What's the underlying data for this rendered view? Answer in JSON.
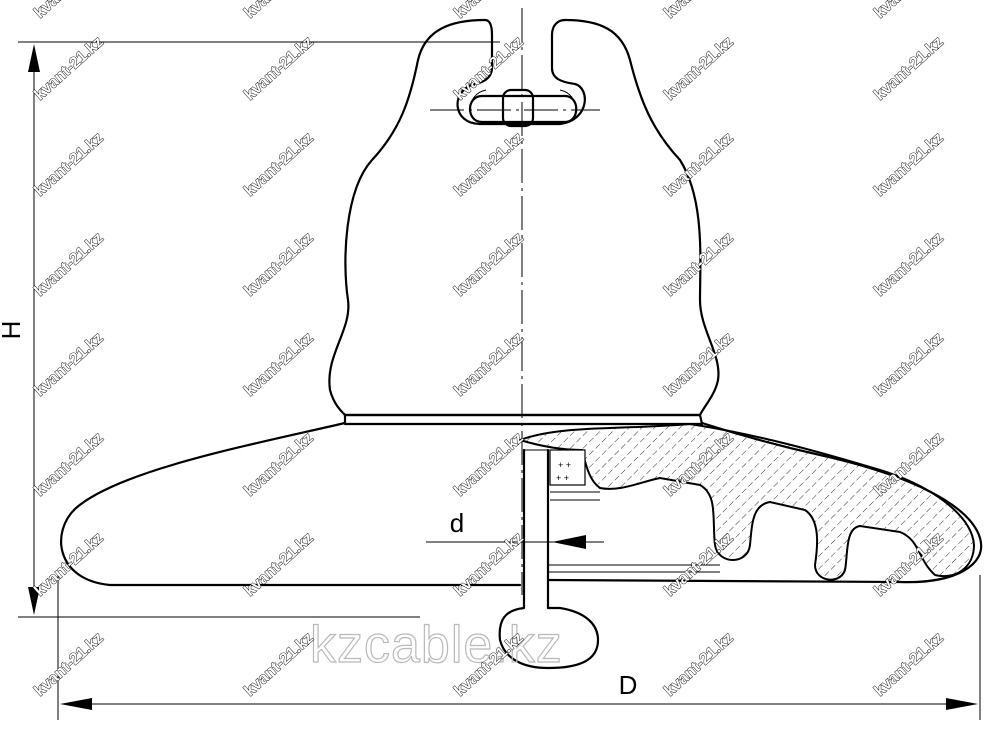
{
  "dimensions": {
    "height_label": "H",
    "diameter_label": "D",
    "pin_diameter_label": "d"
  },
  "watermarks": {
    "tile_text": "kvant-21.kz",
    "site_text": "kzcable.kz"
  },
  "colors": {
    "line": "#000000",
    "background": "#ffffff",
    "site_watermark": "#b9b9b9"
  }
}
